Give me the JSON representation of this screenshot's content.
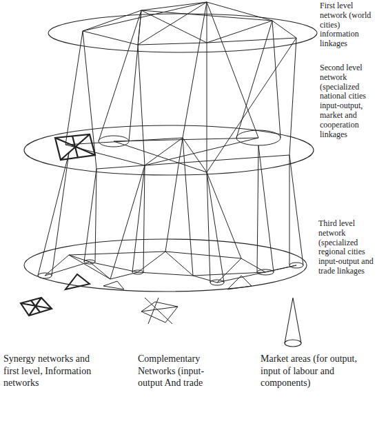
{
  "diagram": {
    "labels": [
      "First level network (world cities) information linkages",
      "Second level network (specialized national cities input-output, market and cooperation linkages",
      "Third level network (specialized regional cities input-output and trade linkages"
    ],
    "legend": [
      {
        "text": "Synergy networks and first level, Information networks"
      },
      {
        "text": "Complementary Networks (input-output And trade"
      },
      {
        "text": "Market areas (for output, input of labour and components)"
      }
    ]
  }
}
